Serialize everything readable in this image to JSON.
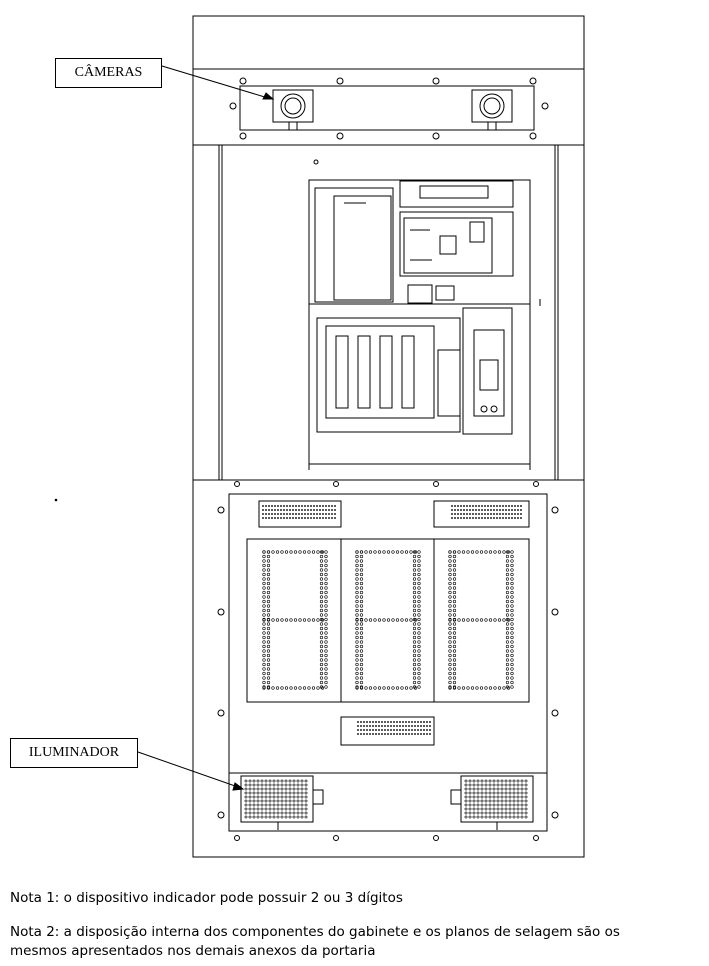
{
  "labels": {
    "cameras": "CÂMERAS",
    "illuminator": "ILUMINADOR"
  },
  "notes": {
    "note1": "Nota 1: o dispositivo indicador pode possuir 2 ou 3 dígitos",
    "note2": "Nota 2: a disposição interna dos componentes do gabinete e os planos de selagem são os mesmos apresentados nos demais anexos da portaria"
  },
  "colors": {
    "line": "#000000",
    "background": "#ffffff",
    "shade": "#e6e6e6"
  }
}
